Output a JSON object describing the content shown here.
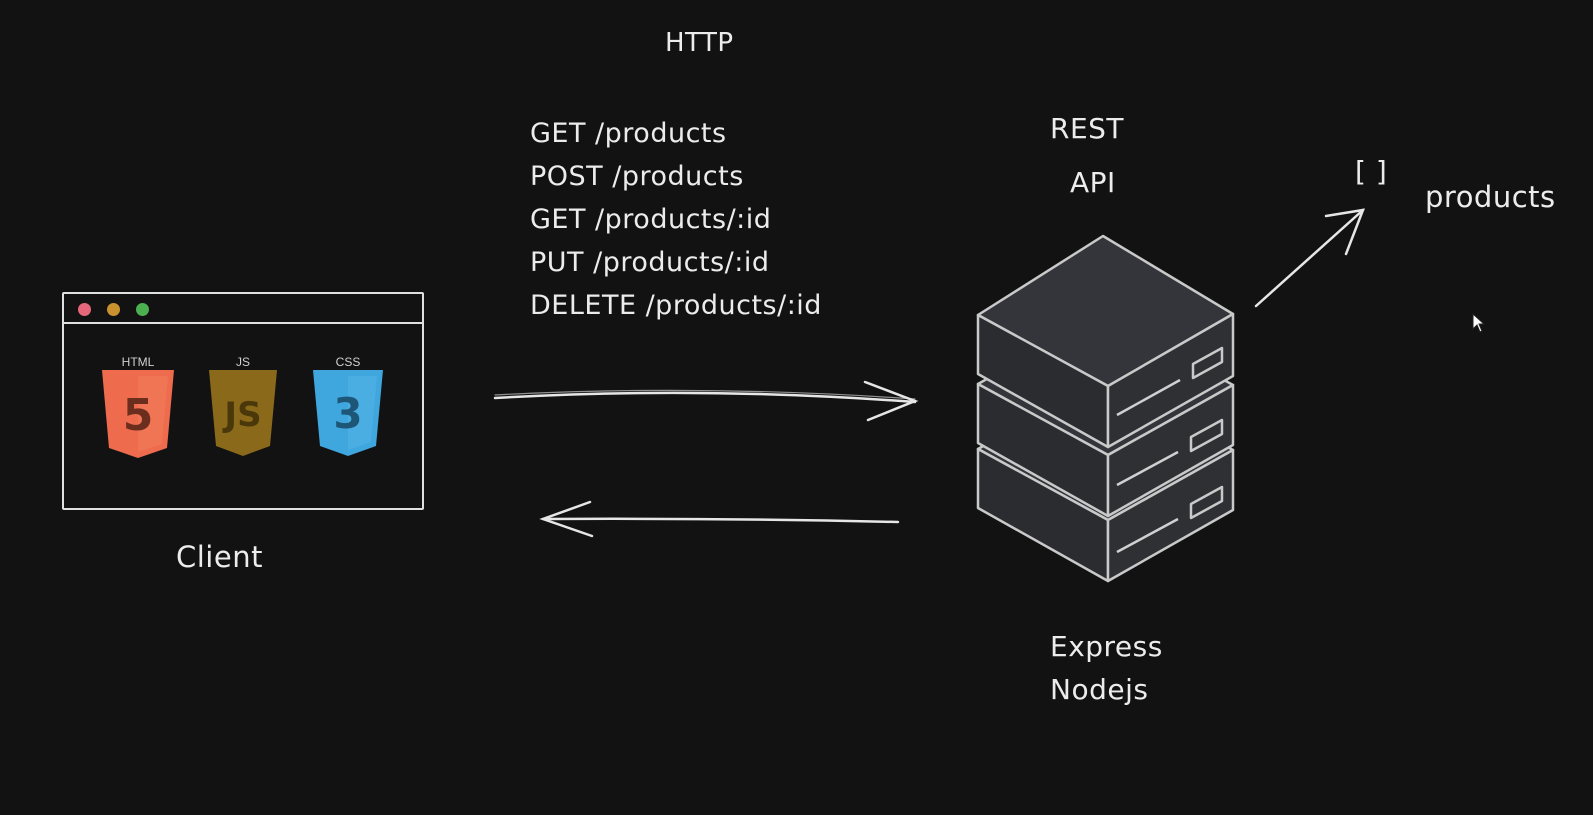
{
  "http": {
    "title": "HTTP"
  },
  "endpoints": [
    "GET /products",
    "POST /products",
    "GET /products/:id",
    "PUT /products/:id",
    "DELETE /products/:id"
  ],
  "server": {
    "line1": "REST",
    "line2": "API",
    "stack_line1": "Express",
    "stack_line2": "Nodejs"
  },
  "data_store": {
    "brackets": "[ ]",
    "label": "products"
  },
  "client": {
    "label": "Client",
    "badges": [
      {
        "caption": "HTML",
        "glyph": "5",
        "color": "#ee6c4d"
      },
      {
        "caption": "JS",
        "glyph": "JS",
        "color": "#8a6a1a"
      },
      {
        "caption": "CSS",
        "glyph": "3",
        "color": "#3fa6de"
      }
    ],
    "window_dots": [
      "#e5687a",
      "#c9922f",
      "#4caf50"
    ]
  },
  "colors": {
    "background": "#121212",
    "stroke": "#e6e6e6",
    "server_fill": "#2c2d31"
  }
}
